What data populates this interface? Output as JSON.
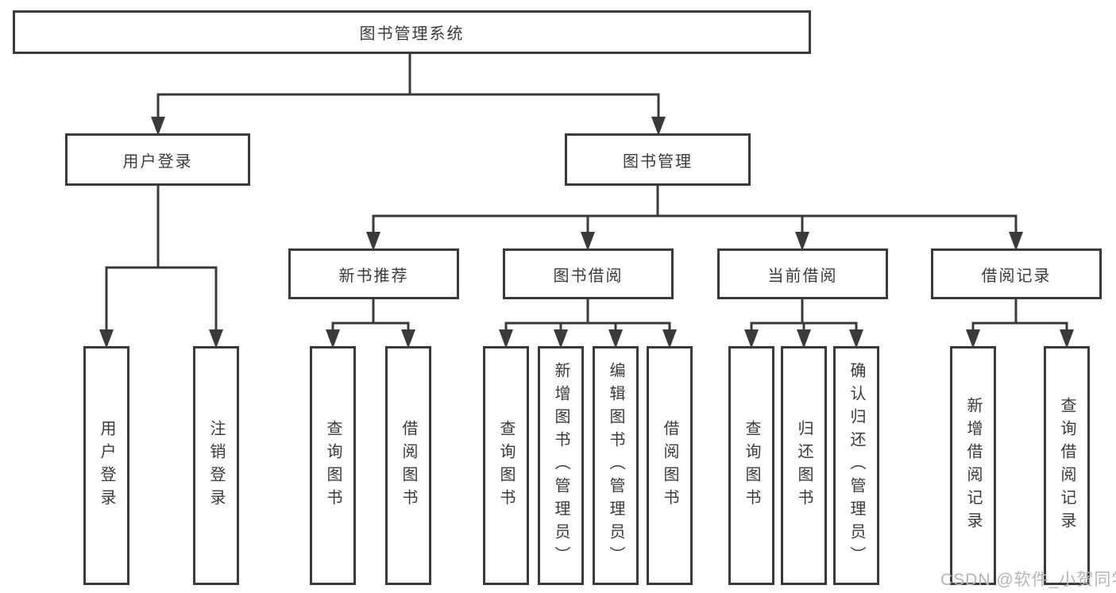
{
  "diagram": {
    "title": "图书管理系统",
    "root": {
      "label": "图书管理系统"
    },
    "level2": [
      {
        "id": "user-login",
        "label": "用户登录"
      },
      {
        "id": "book-management",
        "label": "图书管理"
      }
    ],
    "level3": [
      {
        "id": "new-book-recommend",
        "label": "新书推荐"
      },
      {
        "id": "book-borrow",
        "label": "图书借阅"
      },
      {
        "id": "current-borrow",
        "label": "当前借阅"
      },
      {
        "id": "borrow-records",
        "label": "借阅记录"
      }
    ],
    "leaves": {
      "user_login": [
        {
          "label": "用户登录"
        },
        {
          "label": "注销登录"
        }
      ],
      "new_book": [
        {
          "label": "查询图书"
        },
        {
          "label": "借阅图书"
        }
      ],
      "book_borrow": [
        {
          "label": "查询图书"
        },
        {
          "label": "新增图书（管理员）"
        },
        {
          "label": "编辑图书（管理员）"
        },
        {
          "label": "借阅图书"
        }
      ],
      "current_borrow": [
        {
          "label": "查询图书"
        },
        {
          "label": "归还图书"
        },
        {
          "label": "确认归还（管理员）"
        }
      ],
      "borrow_record": [
        {
          "label": "新增借阅记录"
        },
        {
          "label": "查询借阅记录"
        }
      ]
    },
    "watermark": "CSDN @软件_小贺同学",
    "colors": {
      "line": "#3a3a3a",
      "text": "#3a3a3a",
      "box_fill": "#ffffff",
      "watermark": "#b5b5b5",
      "background": "#ffffff"
    }
  }
}
